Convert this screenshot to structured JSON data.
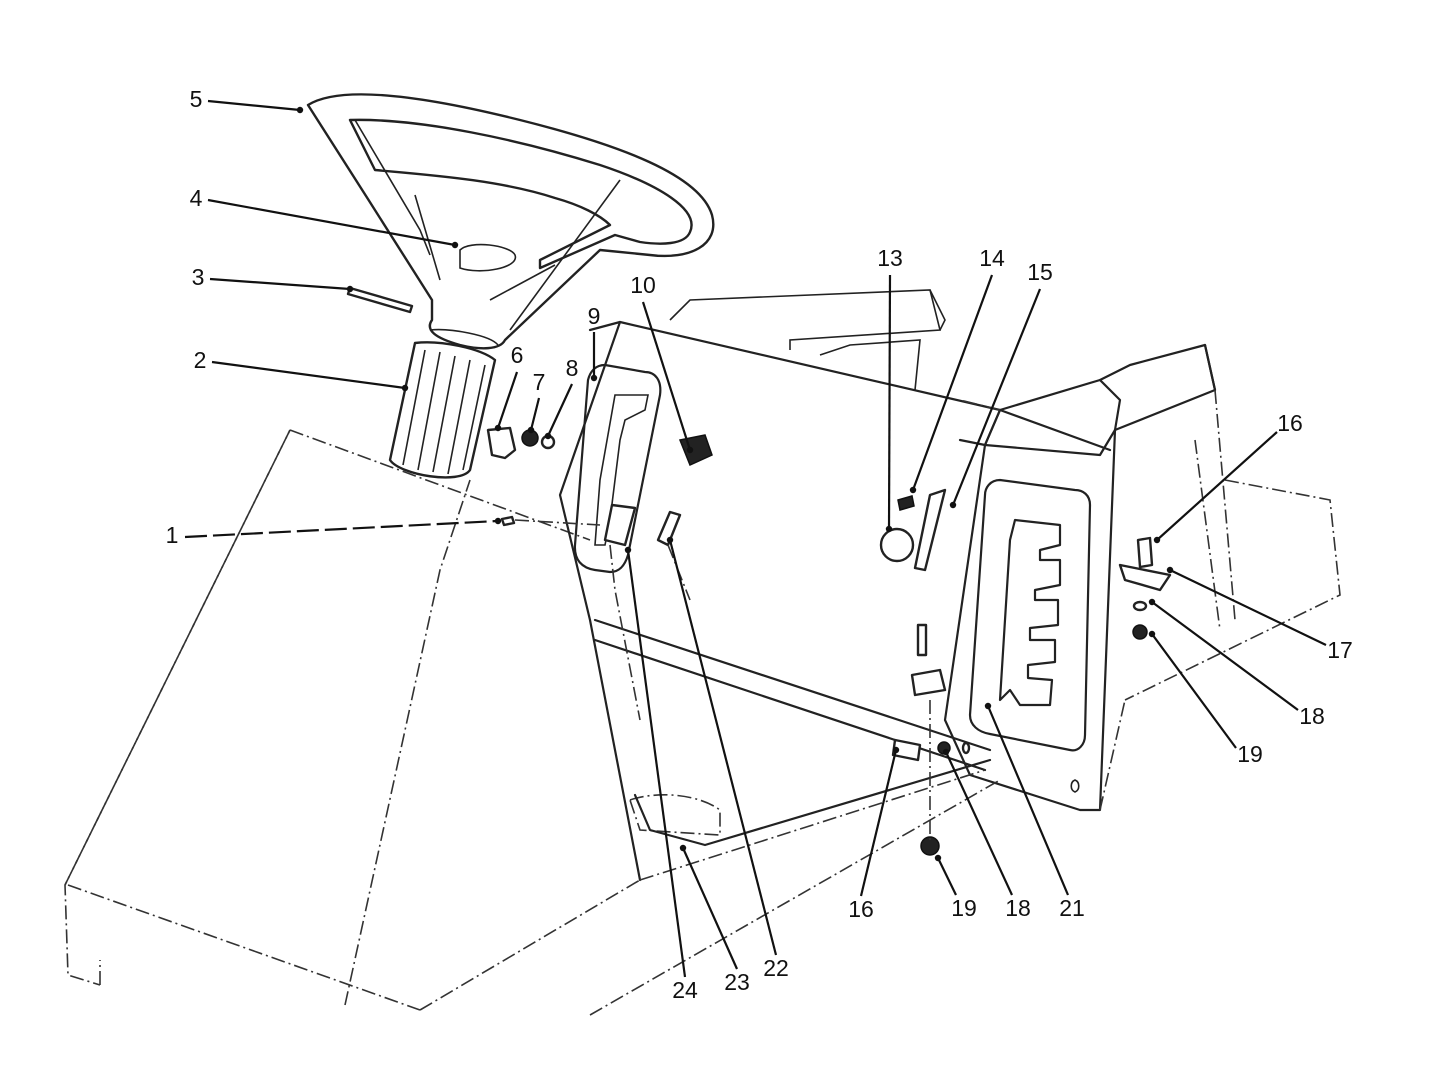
{
  "diagram": {
    "callouts": [
      {
        "id": "c1",
        "label": "1"
      },
      {
        "id": "c2",
        "label": "2"
      },
      {
        "id": "c3",
        "label": "3"
      },
      {
        "id": "c4",
        "label": "4"
      },
      {
        "id": "c5",
        "label": "5"
      },
      {
        "id": "c6",
        "label": "6"
      },
      {
        "id": "c7",
        "label": "7"
      },
      {
        "id": "c8",
        "label": "8"
      },
      {
        "id": "c9",
        "label": "9"
      },
      {
        "id": "c10",
        "label": "10"
      },
      {
        "id": "c13",
        "label": "13"
      },
      {
        "id": "c14",
        "label": "14"
      },
      {
        "id": "c15",
        "label": "15"
      },
      {
        "id": "c16a",
        "label": "16"
      },
      {
        "id": "c17",
        "label": "17"
      },
      {
        "id": "c18a",
        "label": "18"
      },
      {
        "id": "c19a",
        "label": "19"
      },
      {
        "id": "c16b",
        "label": "16"
      },
      {
        "id": "c19b",
        "label": "19"
      },
      {
        "id": "c18b",
        "label": "18"
      },
      {
        "id": "c21",
        "label": "21"
      },
      {
        "id": "c22",
        "label": "22"
      },
      {
        "id": "c23",
        "label": "23"
      },
      {
        "id": "c24",
        "label": "24"
      }
    ]
  }
}
